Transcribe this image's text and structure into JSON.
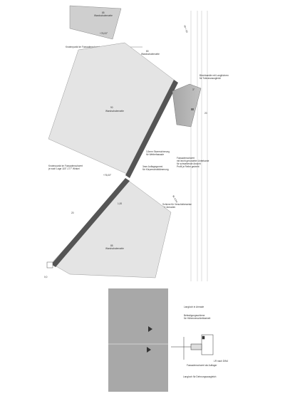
{
  "labels": {
    "top_panel_num": "85",
    "top_panel_name": "Wandschalenseite",
    "top_slope": "+76,00°",
    "knotenpunkt_fassade": "Knotenpunkt im Fassadenschwert",
    "top_callout_num": "80",
    "top_callout_text": "Wandschalenseite",
    "top_right_dim": "60 + 50",
    "blechkanaele": "Blechkanäle mit Langlöchern",
    "toleranzausgleich": "für Toleranzausgleich",
    "upper_panel_num": "90",
    "upper_panel_name": "Wandschalenseite",
    "gap_label": "3°",
    "edge_num": "20",
    "screw_1": "3,5mm Sturmsicherung",
    "screw_2": "für Wetterfassade",
    "fassadenschwert_1": "Fassadenschwert",
    "fassadenschwert_2": "mit leicht gerundeter Unterkante",
    "fassadenschwert_3": "für schwebende Ansicht",
    "fassadenschwert_4": "Profil je Reihe gedreht",
    "knoten_lage_1": "Knotenpunkt im Fassadenschwert",
    "knoten_lage_2": "je nach Lage 115°-177° Winkel",
    "mid_angle": "+76,00°",
    "gummi_1": "3mm Auflagegummi",
    "gummi_2": "für Körperschalldämmung",
    "lower_angle_label": "9x 4,5m",
    "schiene_1": "Schiene für Verschiebeweise",
    "schiene_2": "der Armaden",
    "dim_100": "1,00",
    "lower_panel_num": "85",
    "lower_panel_name": "Wandschalenseite",
    "lower_edge_num": "20",
    "base_num": "0,0",
    "detail_title": "Langloch in Armade",
    "detail_befestigung_1": "Befestigungsschiene",
    "detail_befestigung_2": "für Höhenverschiebbarkeit",
    "detail_lr": "LR nach DIN4",
    "detail_fassaden": "Fassadenschwert als Auflager",
    "detail_bottom": "Langloch für Dehnungsausgleich"
  }
}
